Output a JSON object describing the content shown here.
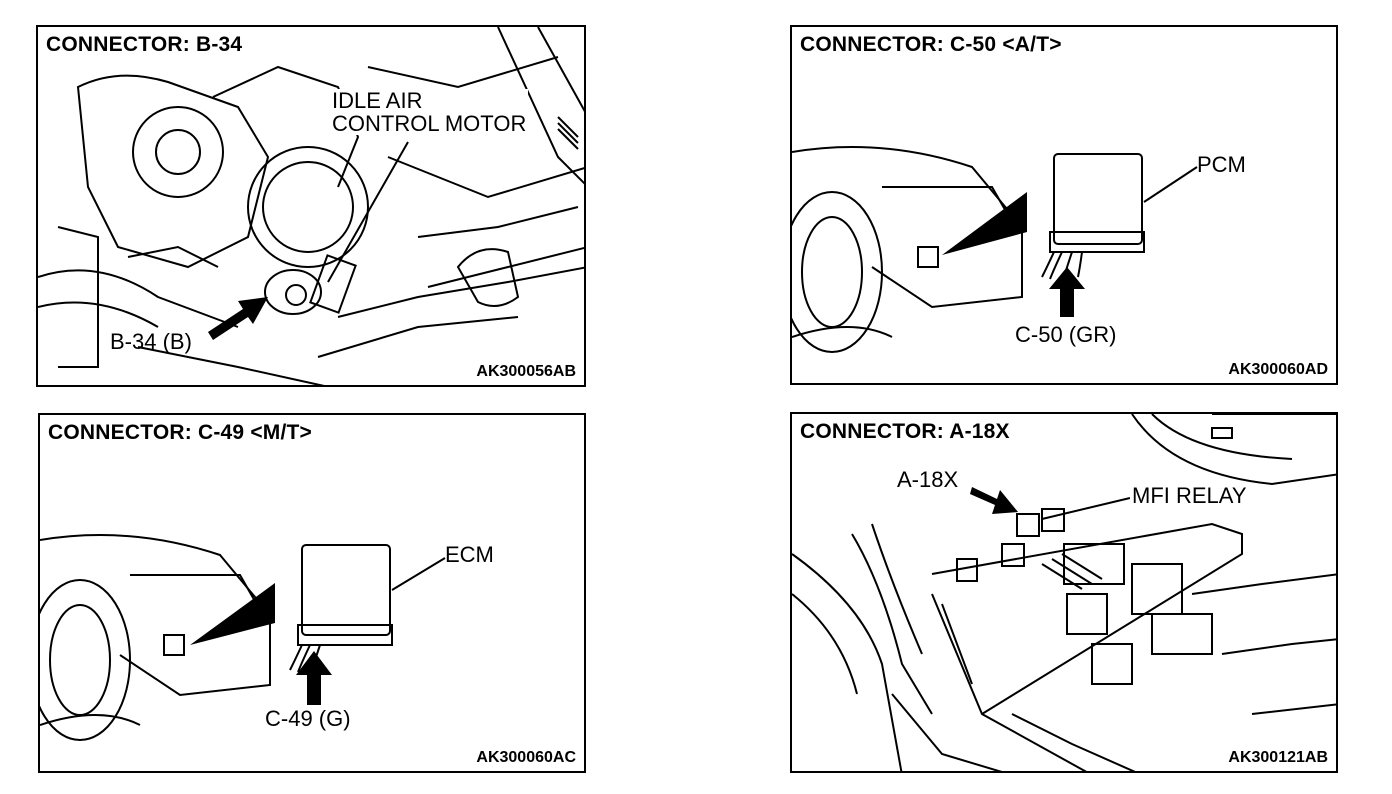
{
  "panels": {
    "b34": {
      "title": "CONNECTOR: B-34",
      "label_part": "IDLE AIR\nCONTROL MOTOR",
      "label_connector": "B-34 (B)",
      "code": "AK300056AB"
    },
    "c50": {
      "title": "CONNECTOR: C-50 <A/T>",
      "label_part": "PCM",
      "label_connector": "C-50 (GR)",
      "code": "AK300060AD"
    },
    "c49": {
      "title": "CONNECTOR: C-49 <M/T>",
      "label_part": "ECM",
      "label_connector": "C-49 (G)",
      "code": "AK300060AC"
    },
    "a18x": {
      "title": "CONNECTOR: A-18X",
      "label_connector": "A-18X",
      "label_part": "MFI RELAY",
      "code": "AK300121AB"
    }
  }
}
